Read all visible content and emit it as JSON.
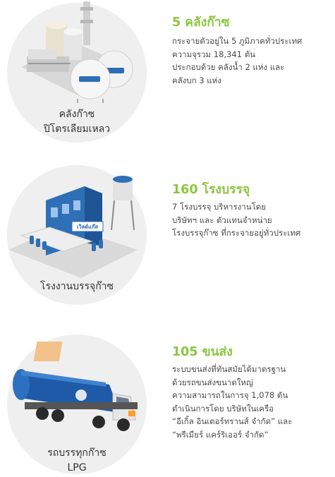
{
  "sections": [
    {
      "caption_lines": [
        "คลังก๊าซ",
        "ปิโตรเลียมเหลว"
      ],
      "heading": "5 คลังก๊าซ",
      "description_lines": [
        "กระจายตัวอยู่ใน 5 ภูมิภาคทั่วประเทศ",
        "ความจุรวม 18,341 ตัน",
        "ประกอบด้วย คลังน้ำ 2 แห่ง และ",
        "คลังบก 3 แห่ง"
      ],
      "icon": "lpg-storage-depot"
    },
    {
      "caption_lines": [
        "โรงงานบรรจุก๊าซ"
      ],
      "heading": "160 โรงบรรจุ",
      "description_lines": [
        "7 โรงบรรจุ บริหารงานโดย",
        "บริษัทฯ และ ตัวแทนจำหน่าย",
        "โรงบรรจุก๊าซ ที่กระจายอยู่ทั่วประเทศ"
      ],
      "icon": "gas-filling-plant",
      "sign_text": "เวิลด์แก๊ส"
    },
    {
      "caption_lines": [
        "รถบรรทุกก๊าซ",
        "LPG"
      ],
      "heading": "105 ขนส่ง",
      "description_lines": [
        "ระบบขนส่งที่ทันสมัยได้มาตรฐาน",
        "ด้วยรถขนส่งขนาดใหญ่",
        "ความสามารถในการจุ 1,078 ตัน",
        "ดำเนินการโดย บริษัทในเครือ",
        "“อีเกิ้ล อินเตอร์ทรานส์ จำกัด” และ",
        "“พรีเมียร์ แคร์ริเออร์ จำกัด”"
      ],
      "icon": "lpg-tanker-truck"
    }
  ],
  "colors": {
    "accent": "#8cc63f",
    "circle_bg": "#efefef",
    "truck_blue": "#1e5aa8",
    "building_blue": "#2f6fb6"
  }
}
